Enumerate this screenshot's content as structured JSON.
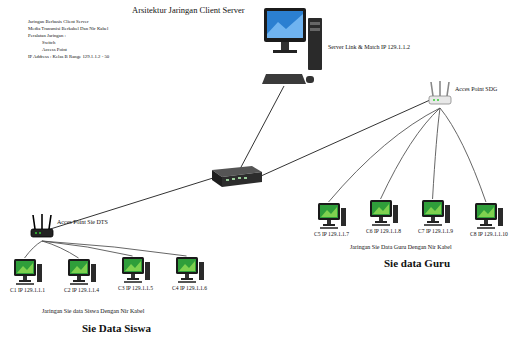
{
  "diagram": {
    "title": "Arsitektur Jaringan Client Server",
    "nodes": [
      {
        "text": [
          "Server Link & Match IP 129.1.1.2"
        ]
      },
      {
        "text": [
          "Acces Point Sie DTS"
        ]
      },
      {
        "text": [
          "C1 IP 129.1.1.1"
        ]
      },
      {
        "text": [
          "C2 IP 129.1.1.4"
        ]
      },
      {
        "text": [
          "C3 IP 129.1.1.5"
        ]
      },
      {
        "text": [
          "C4 IP 129.1.1.6"
        ]
      },
      {
        "text": [
          "Acces Point SDG"
        ]
      },
      {
        "text": [
          "C5 IP 129.1.1.7"
        ]
      },
      {
        "text": [
          "C6 IP 129.1.1.8"
        ]
      },
      {
        "text": [
          "C7 IP 129.1.1.9"
        ]
      },
      {
        "text": [
          "C8 IP 129.1.1.10"
        ]
      }
    ],
    "edges": [
      {
        "from": 1,
        "to": 2,
        "arrow": "none"
      },
      {
        "from": 1,
        "to": 3,
        "arrow": "none"
      },
      {
        "from": 1,
        "to": 4,
        "arrow": "none"
      },
      {
        "from": 1,
        "to": 5,
        "arrow": "none"
      },
      {
        "from": 6,
        "to": 7,
        "arrow": "none"
      },
      {
        "from": 6,
        "to": 8,
        "arrow": "none"
      },
      {
        "from": 6,
        "to": 9,
        "arrow": "none"
      },
      {
        "from": 6,
        "to": 10,
        "arrow": "none"
      }
    ],
    "labels": [
      "Jaringan Berbasis Client Server",
      "Media Transmisi Berkabel Dan Nir Kabel",
      "Peralatan Jaringan :",
      "Switch",
      "Access Point",
      "IP Address : Kelas B Range 129.1.1.2 - 50",
      "Jaringan Sie data Siswa Dengan Nir Kabel",
      "Sie Data Siswa",
      "Jaringan Sie Data Guru Dengan Nir Kabel",
      "Sie data Guru"
    ]
  }
}
